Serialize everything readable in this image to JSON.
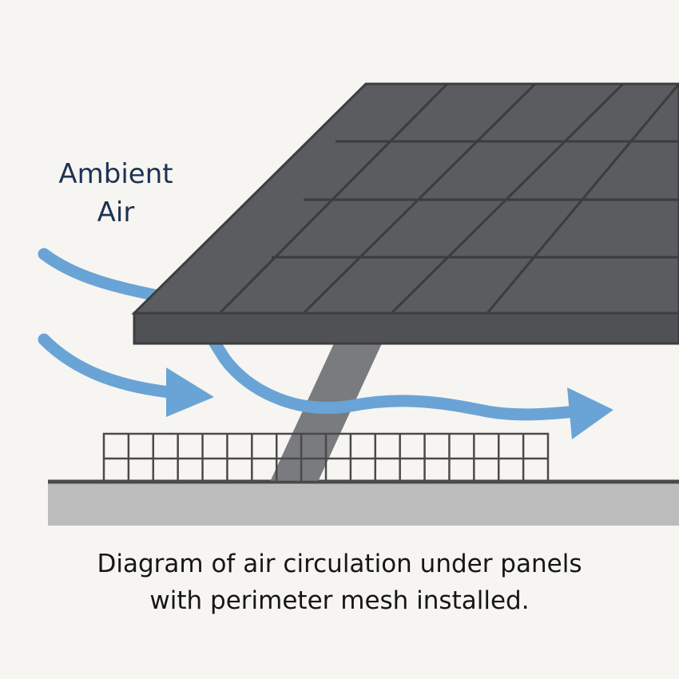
{
  "labels": {
    "ambient_line1": "Ambient",
    "ambient_line2": "Air"
  },
  "caption": {
    "line1": "Diagram of air circulation under panels",
    "line2": "with perimeter mesh installed."
  },
  "colors": {
    "background": "#f7f5f1",
    "panel": "#5b5c5f",
    "panel_edge": "#3d3e41",
    "grid_lines": "#3b3c3f",
    "support_post": "#7a7b7e",
    "mesh": "#4a4a4d",
    "ground": "#bdbcbc",
    "ground_line": "#4a4a4a",
    "airflow": "#6aa4d6",
    "label_text": "#1d3354"
  }
}
